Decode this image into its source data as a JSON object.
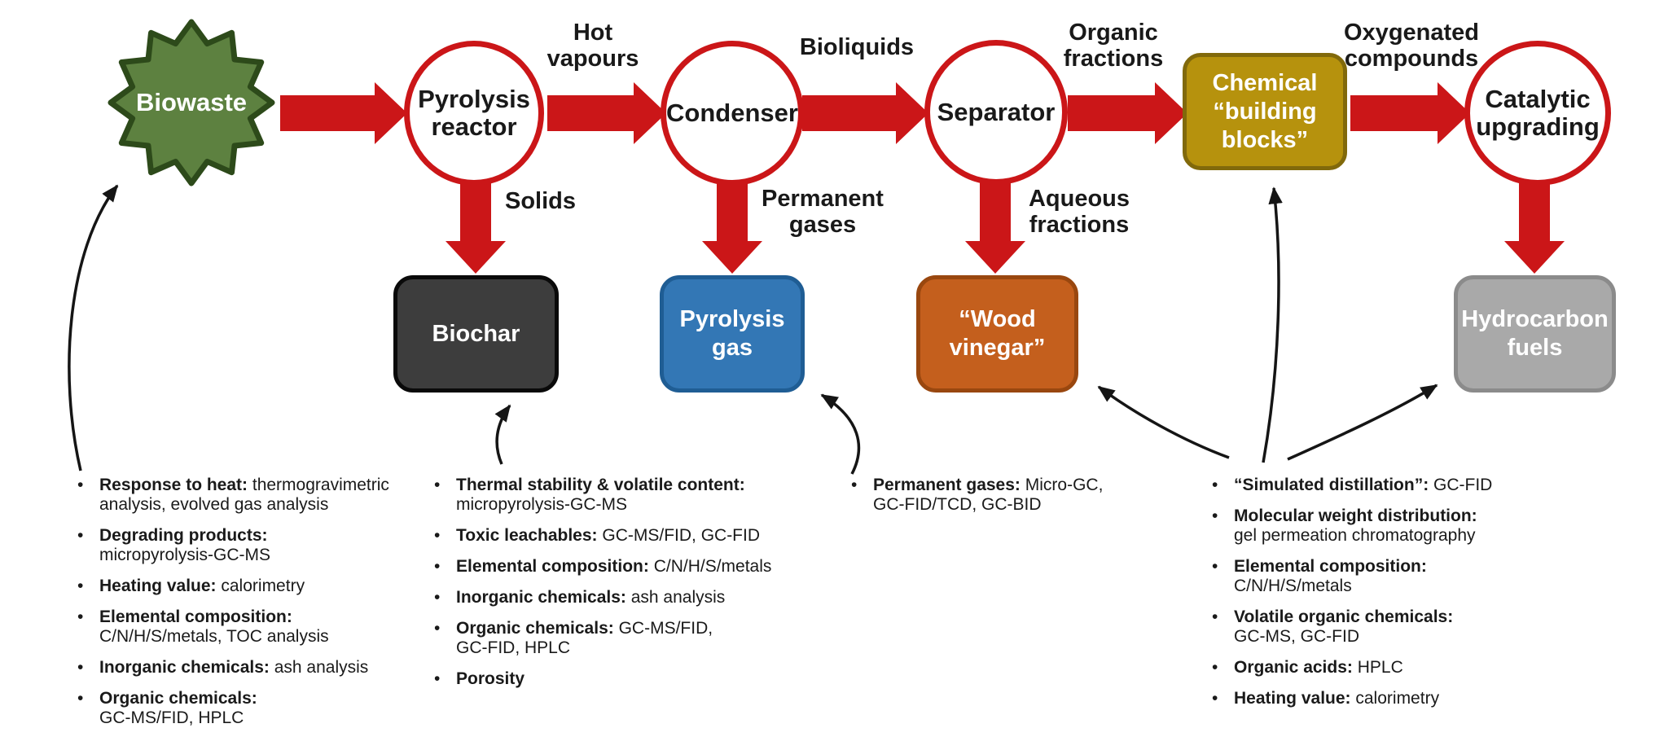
{
  "colors": {
    "arrow_red": "#cb1618",
    "star_fill": "#5d8140",
    "star_border": "#2d4a1a",
    "gold_fill": "#b6920d",
    "gold_border": "#81690b",
    "dark_fill": "#3d3d3d",
    "blue_fill": "#3377b5",
    "orange_fill": "#c45f1d",
    "gray_fill": "#a9a9a9",
    "annotation_arrow": "#151515",
    "text": "#191919"
  },
  "flow": {
    "source": "Biowaste",
    "nodes": {
      "reactor": "Pyrolysis\nreactor",
      "condenser": "Condenser",
      "separator": "Separator",
      "catalytic": "Catalytic\nupgrading"
    },
    "chemical_box": "Chemical\n“building\nblocks”",
    "labels": {
      "hot_vapours": "Hot\nvapours",
      "bioliquids": "Bioliquids",
      "organic_fractions": "Organic\nfractions",
      "oxygenated_compounds": "Oxygenated\ncompounds",
      "solids": "Solids",
      "permanent_gases": "Permanent\ngases",
      "aqueous_fractions": "Aqueous\nfractions"
    },
    "products": {
      "biochar": "Biochar",
      "pyrolysis_gas": "Pyrolysis\ngas",
      "wood_vinegar": "“Wood\nvinegar”",
      "hydrocarbon_fuels": "Hydrocarbon\nfuels"
    }
  },
  "bullet_char": "•",
  "annotations": {
    "biowaste": [
      {
        "b": "Response to heat:",
        "r": " thermogravimetric\nanalysis, evolved gas analysis"
      },
      {
        "b": "Degrading products:",
        "r": "\nmicropyrolysis-GC-MS"
      },
      {
        "b": "Heating value:",
        "r": " calorimetry"
      },
      {
        "b": "Elemental composition:",
        "r": "\nC/N/H/S/metals, TOC analysis"
      },
      {
        "b": "Inorganic chemicals:",
        "r": " ash analysis"
      },
      {
        "b": "Organic chemicals:",
        "r": "\nGC-MS/FID, HPLC"
      }
    ],
    "biochar": [
      {
        "b": "Thermal stability & volatile content:",
        "r": "\nmicropyrolysis-GC-MS"
      },
      {
        "b": "Toxic leachables:",
        "r": " GC-MS/FID, GC-FID"
      },
      {
        "b": "Elemental composition:",
        "r": " C/N/H/S/metals"
      },
      {
        "b": "Inorganic chemicals:",
        "r": " ash analysis"
      },
      {
        "b": "Organic chemicals:",
        "r": " GC-MS/FID,\nGC-FID, HPLC"
      },
      {
        "b": "Porosity",
        "r": ""
      }
    ],
    "pyrolysis_gas": [
      {
        "b": "Permanent gases:",
        "r": " Micro-GC,\nGC-FID/TCD, GC-BID"
      }
    ],
    "products": [
      {
        "b": "“Simulated distillation”:",
        "r": " GC-FID"
      },
      {
        "b": "Molecular weight distribution:",
        "r": "\ngel permeation chromatography"
      },
      {
        "b": "Elemental composition:",
        "r": "\nC/N/H/S/metals"
      },
      {
        "b": "Volatile organic chemicals:",
        "r": "\nGC-MS, GC-FID"
      },
      {
        "b": "Organic acids:",
        "r": " HPLC"
      },
      {
        "b": "Heating value:",
        "r": " calorimetry"
      }
    ]
  }
}
